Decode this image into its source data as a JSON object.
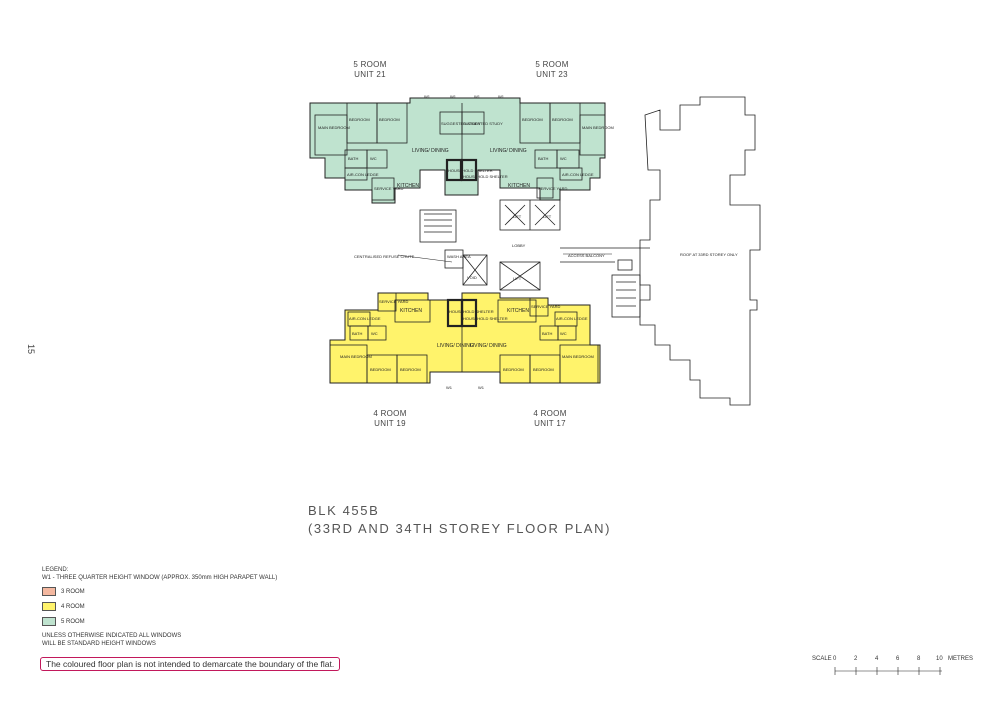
{
  "page_number": "15",
  "units": {
    "u21": {
      "type": "5 ROOM",
      "unit": "UNIT 21"
    },
    "u23": {
      "type": "5 ROOM",
      "unit": "UNIT 23"
    },
    "u19": {
      "type": "4 ROOM",
      "unit": "UNIT 19"
    },
    "u17": {
      "type": "4 ROOM",
      "unit": "UNIT 17"
    }
  },
  "rooms": {
    "main_bedroom": "MAIN BEDROOM",
    "bedroom": "BEDROOM",
    "living_dining": "LIVING/ DINING",
    "kitchen": "KITCHEN",
    "bath": "BATH",
    "wc": "WC",
    "household_shelter": "HOUSEHOLD SHELTER",
    "service_yard": "SERVICE YARD",
    "air_con_ledge": "AIR-CON LEDGE",
    "suggested_study": "SUGGESTED STUDY",
    "lift": "LIFT",
    "lobby": "LOBBY",
    "wash_area": "WASH AREA",
    "void": "VOID",
    "w1": "W1"
  },
  "annotations": {
    "refuse_chute": "CENTRALISED REFUSE CHUTE",
    "access_balcony": "ACCESS BALCONY",
    "roof_note": "ROOF AT 33RD STOREY ONLY"
  },
  "title": {
    "block": "BLK 455B",
    "subtitle": "(33RD AND 34TH STOREY FLOOR PLAN)"
  },
  "legend": {
    "heading": "LEGEND:",
    "w1_note": "W1 - THREE QUARTER HEIGHT WINDOW (APPROX. 350mm HIGH PARAPET WALL)",
    "items": [
      {
        "label": "3 ROOM",
        "color": "#f4b8a0"
      },
      {
        "label": "4 ROOM",
        "color": "#fff36b"
      },
      {
        "label": "5 ROOM",
        "color": "#bfe3cf"
      }
    ],
    "footnote_1": "UNLESS OTHERWISE INDICATED ALL WINDOWS",
    "footnote_2": "WILL BE STANDARD HEIGHT WINDOWS"
  },
  "disclaimer": "The coloured floor plan is not intended to demarcate the boundary of the flat.",
  "scale": {
    "label": "SCALE",
    "ticks": [
      "0",
      "2",
      "4",
      "6",
      "8",
      "10"
    ],
    "unit": "METRES"
  },
  "colors": {
    "five_room": "#bfe3cf",
    "four_room": "#fff36b",
    "disclaimer_border": "#c2185b"
  }
}
